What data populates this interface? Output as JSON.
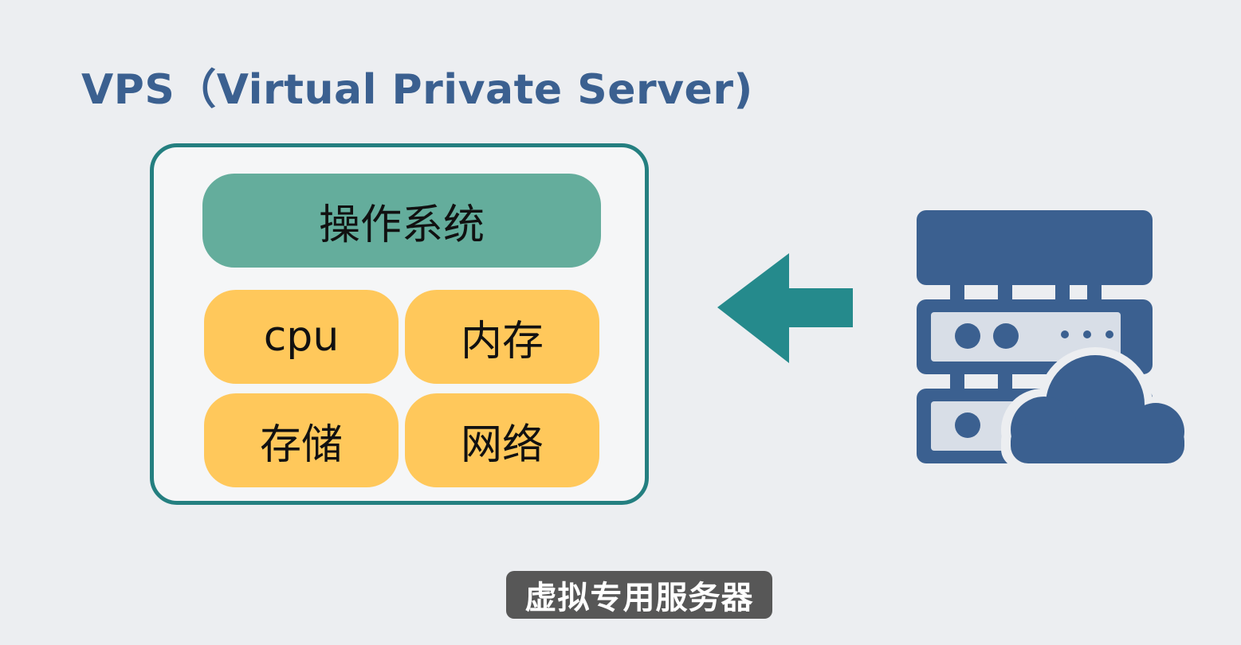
{
  "title": "VPS（Virtual Private Server)",
  "vps": {
    "os_label": "操作系统",
    "resources": [
      "cpu",
      "内存",
      "存储",
      "网络"
    ]
  },
  "arrow_icon": "left-arrow-icon",
  "server_icon": "cloud-server-icon",
  "caption": "虚拟专用服务器",
  "colors": {
    "background": "#eceef1",
    "title": "#3b6090",
    "box_border": "#247f80",
    "os_block": "#64ad9c",
    "resource_block": "#ffc85b",
    "arrow": "#258a8c",
    "server": "#3b6090",
    "caption_bg": "#575757"
  }
}
